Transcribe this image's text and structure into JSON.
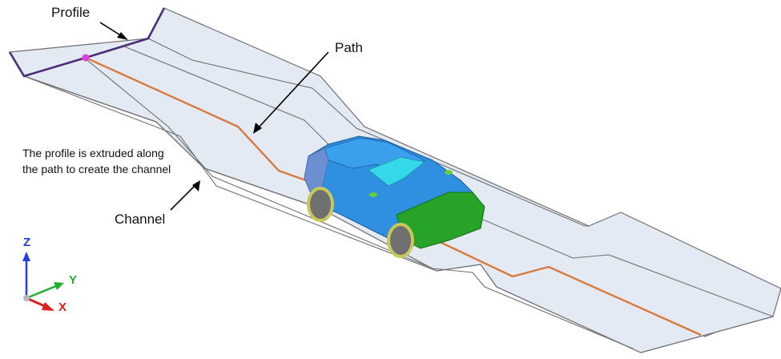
{
  "labels": {
    "profile": "Profile",
    "path": "Path",
    "channel": "Channel",
    "note": "The profile is extruded along the path to create the channel"
  },
  "triad": {
    "z": "Z",
    "y": "Y",
    "x": "X"
  },
  "colors": {
    "channel_fill": "#e8edf5",
    "channel_edge": "#6f6f73",
    "path": "#d97a3d",
    "profile": "#4b2d7a",
    "profile_point": "#e040e0",
    "car_body": "#2f8fe0",
    "car_front": "#27a327",
    "car_window": "#35d8e8",
    "axis_x": "#e02020",
    "axis_y": "#20b030",
    "axis_z": "#2040e0"
  }
}
